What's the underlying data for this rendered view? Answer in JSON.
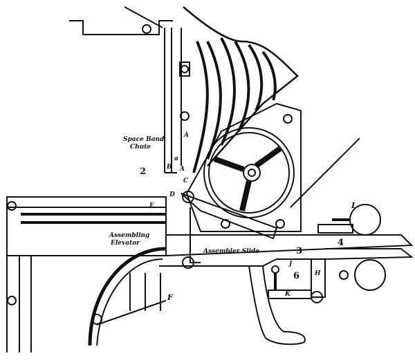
{
  "figure": {
    "labels": {
      "space_band_chute_1": "Space Band",
      "space_band_chute_2": "Chute",
      "assembling_elevator_1": "Assembling",
      "assembling_elevator_2": "Elevator",
      "assembler_slide": "Assembler Slide",
      "num_2": "2",
      "num_3": "3",
      "num_4": "4",
      "num_6": "6",
      "A_upper": "A",
      "A_lower": "A",
      "a": "a",
      "B": "B",
      "C": "C",
      "D": "D",
      "E": "E",
      "F": "F",
      "H": "H",
      "J": "J",
      "K": "K",
      "L": "L"
    },
    "colors": {
      "ink": "#111111",
      "paper": "#ffffff"
    }
  }
}
